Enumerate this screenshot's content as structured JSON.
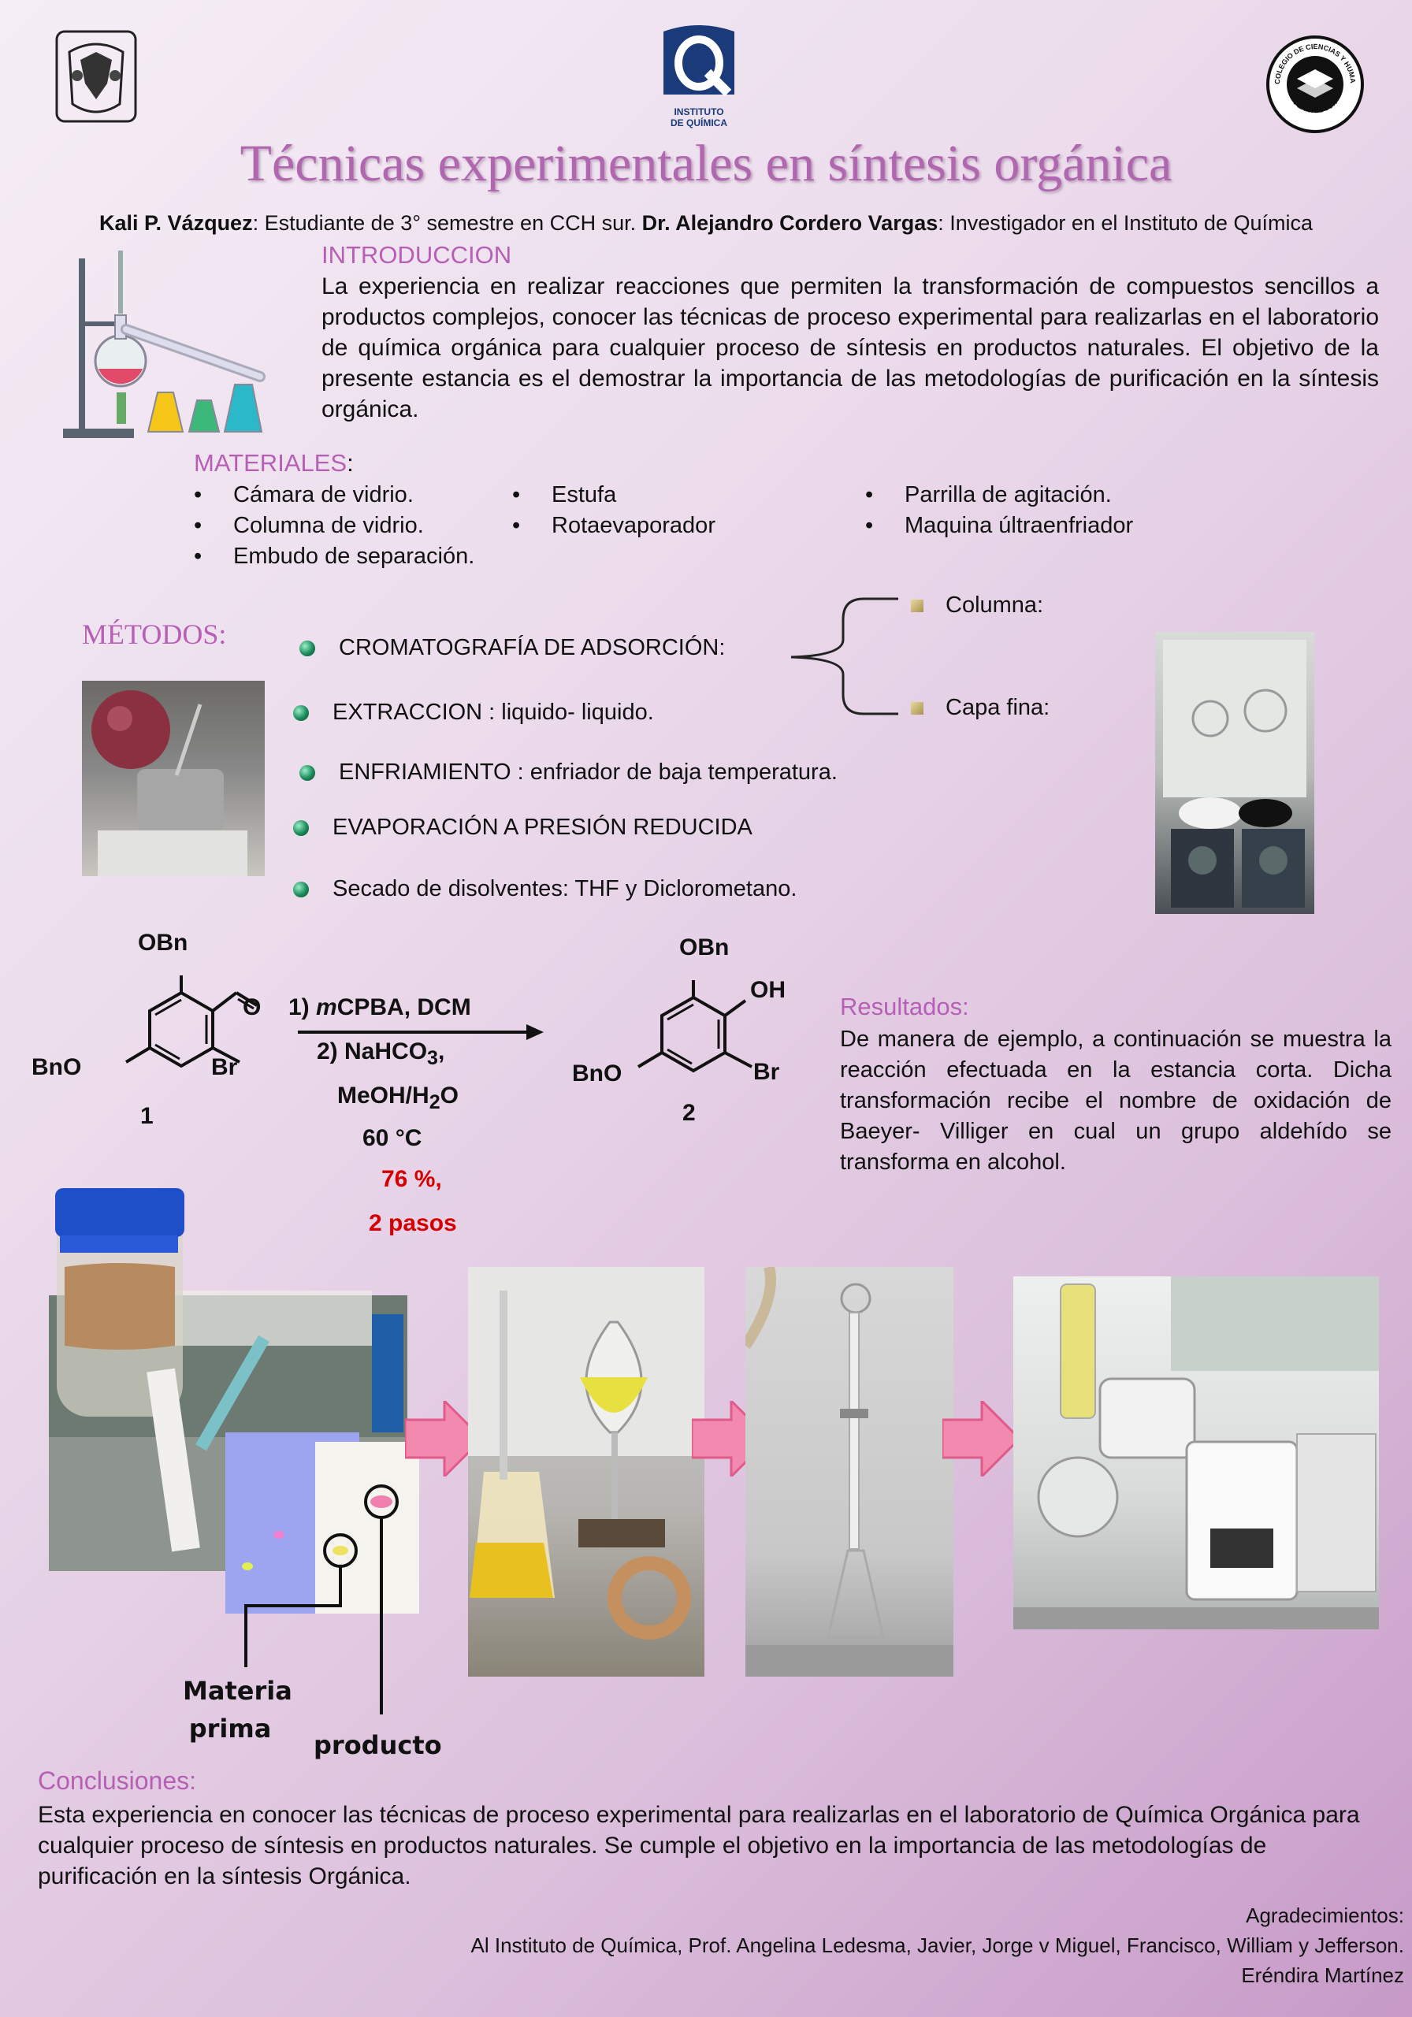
{
  "header": {
    "title": "Técnicas experimentales en síntesis orgánica",
    "authors": {
      "author1_name": "Kali P. Vázquez",
      "author1_role": ": Estudiante de 3° semestre en CCH sur. ",
      "author2_name": "Dr. Alejandro Cordero Vargas",
      "author2_role": ": Investigador en el Instituto de Química"
    },
    "logos": {
      "center_line1": "INSTITUTO",
      "center_line2": "DE QUÍMICA",
      "right_ring": "COLEGIO DE CIENCIAS Y HUMANIDADES",
      "right_bottom": "PLANTEL SUR"
    }
  },
  "introduccion": {
    "heading": "INTRODUCCION",
    "text": "La experiencia en realizar reacciones que permiten la transformación de compuestos sencillos  a productos complejos, conocer las técnicas de proceso  experimental para realizarlas en el laboratorio de química orgánica para cualquier proceso de síntesis en productos naturales. El objetivo de la presente estancia es el demostrar la importancia de las metodologías de purificación en la síntesis orgánica."
  },
  "materiales": {
    "heading": "MATERIALES",
    "colon": ":",
    "bullet": "•",
    "col1": [
      "Cámara de vidrio.",
      "Columna de vidrio.",
      "Embudo de separación."
    ],
    "col2": [
      "Estufa",
      "Rotaevaporador"
    ],
    "col3": [
      "Parrilla de agitación.",
      "Maquina últraenfriador"
    ]
  },
  "metodos": {
    "heading": "MÉTODOS:",
    "items": [
      "CROMATOGRAFÍA DE ADSORCIÓN:",
      "EXTRACCION : liquido- liquido.",
      "ENFRIAMIENTO :   enfriador de baja temperatura.",
      "EVAPORACIÓN A PRESIÓN REDUCIDA",
      "Secado de disolventes: THF y Diclorometano."
    ],
    "branches": [
      "Columna:",
      "Capa fina:"
    ]
  },
  "reaction": {
    "reactant": {
      "top": "OBn",
      "aldehyde_o": "O",
      "left": "BnO",
      "right": "Br",
      "number": "1"
    },
    "product": {
      "top": "OBn",
      "oh": "OH",
      "left": "BnO",
      "right": "Br",
      "number": "2"
    },
    "conditions": {
      "step1_prefix": "1) ",
      "step1_m": "m",
      "step1_rest": "CPBA, DCM",
      "step2": "2)  NaHCO",
      "step2_sub": "3",
      "step2_end": ",",
      "solvent": "MeOH/H",
      "solvent_sub": "2",
      "solvent_end": "O",
      "temp": "60 °C"
    },
    "yield": "76 %,",
    "steps": "2 pasos"
  },
  "resultados": {
    "heading": "Resultados:",
    "text": "De manera de ejemplo, a continuación se muestra la reacción efectuada en la estancia corta. Dicha transformación recibe el nombre de oxidación de Baeyer- Villiger en cual un grupo aldehído se transforma en alcohol."
  },
  "photo_labels": {
    "materia_prima_line1": "Materia",
    "materia_prima_line2": "prima",
    "producto": "producto"
  },
  "conclusiones": {
    "heading": "Conclusiones:",
    "text": "Esta experiencia en conocer las técnicas de proceso  experimental para realizarlas en el laboratorio de Química Orgánica para cualquier proceso de síntesis en productos naturales. Se cumple el objetivo en la importancia de las metodologías de purificación en la síntesis Orgánica."
  },
  "footer": {
    "line1": "Agradecimientos:",
    "line2": "Al Instituto de Química, Prof. Angelina Ledesma, Javier, Jorge v Miguel, Francisco, William y Jefferson.",
    "line3": "Eréndira Martínez"
  },
  "colors": {
    "accent": "#b65fb4",
    "red": "#d40000",
    "arrow": "#f06a9a"
  }
}
